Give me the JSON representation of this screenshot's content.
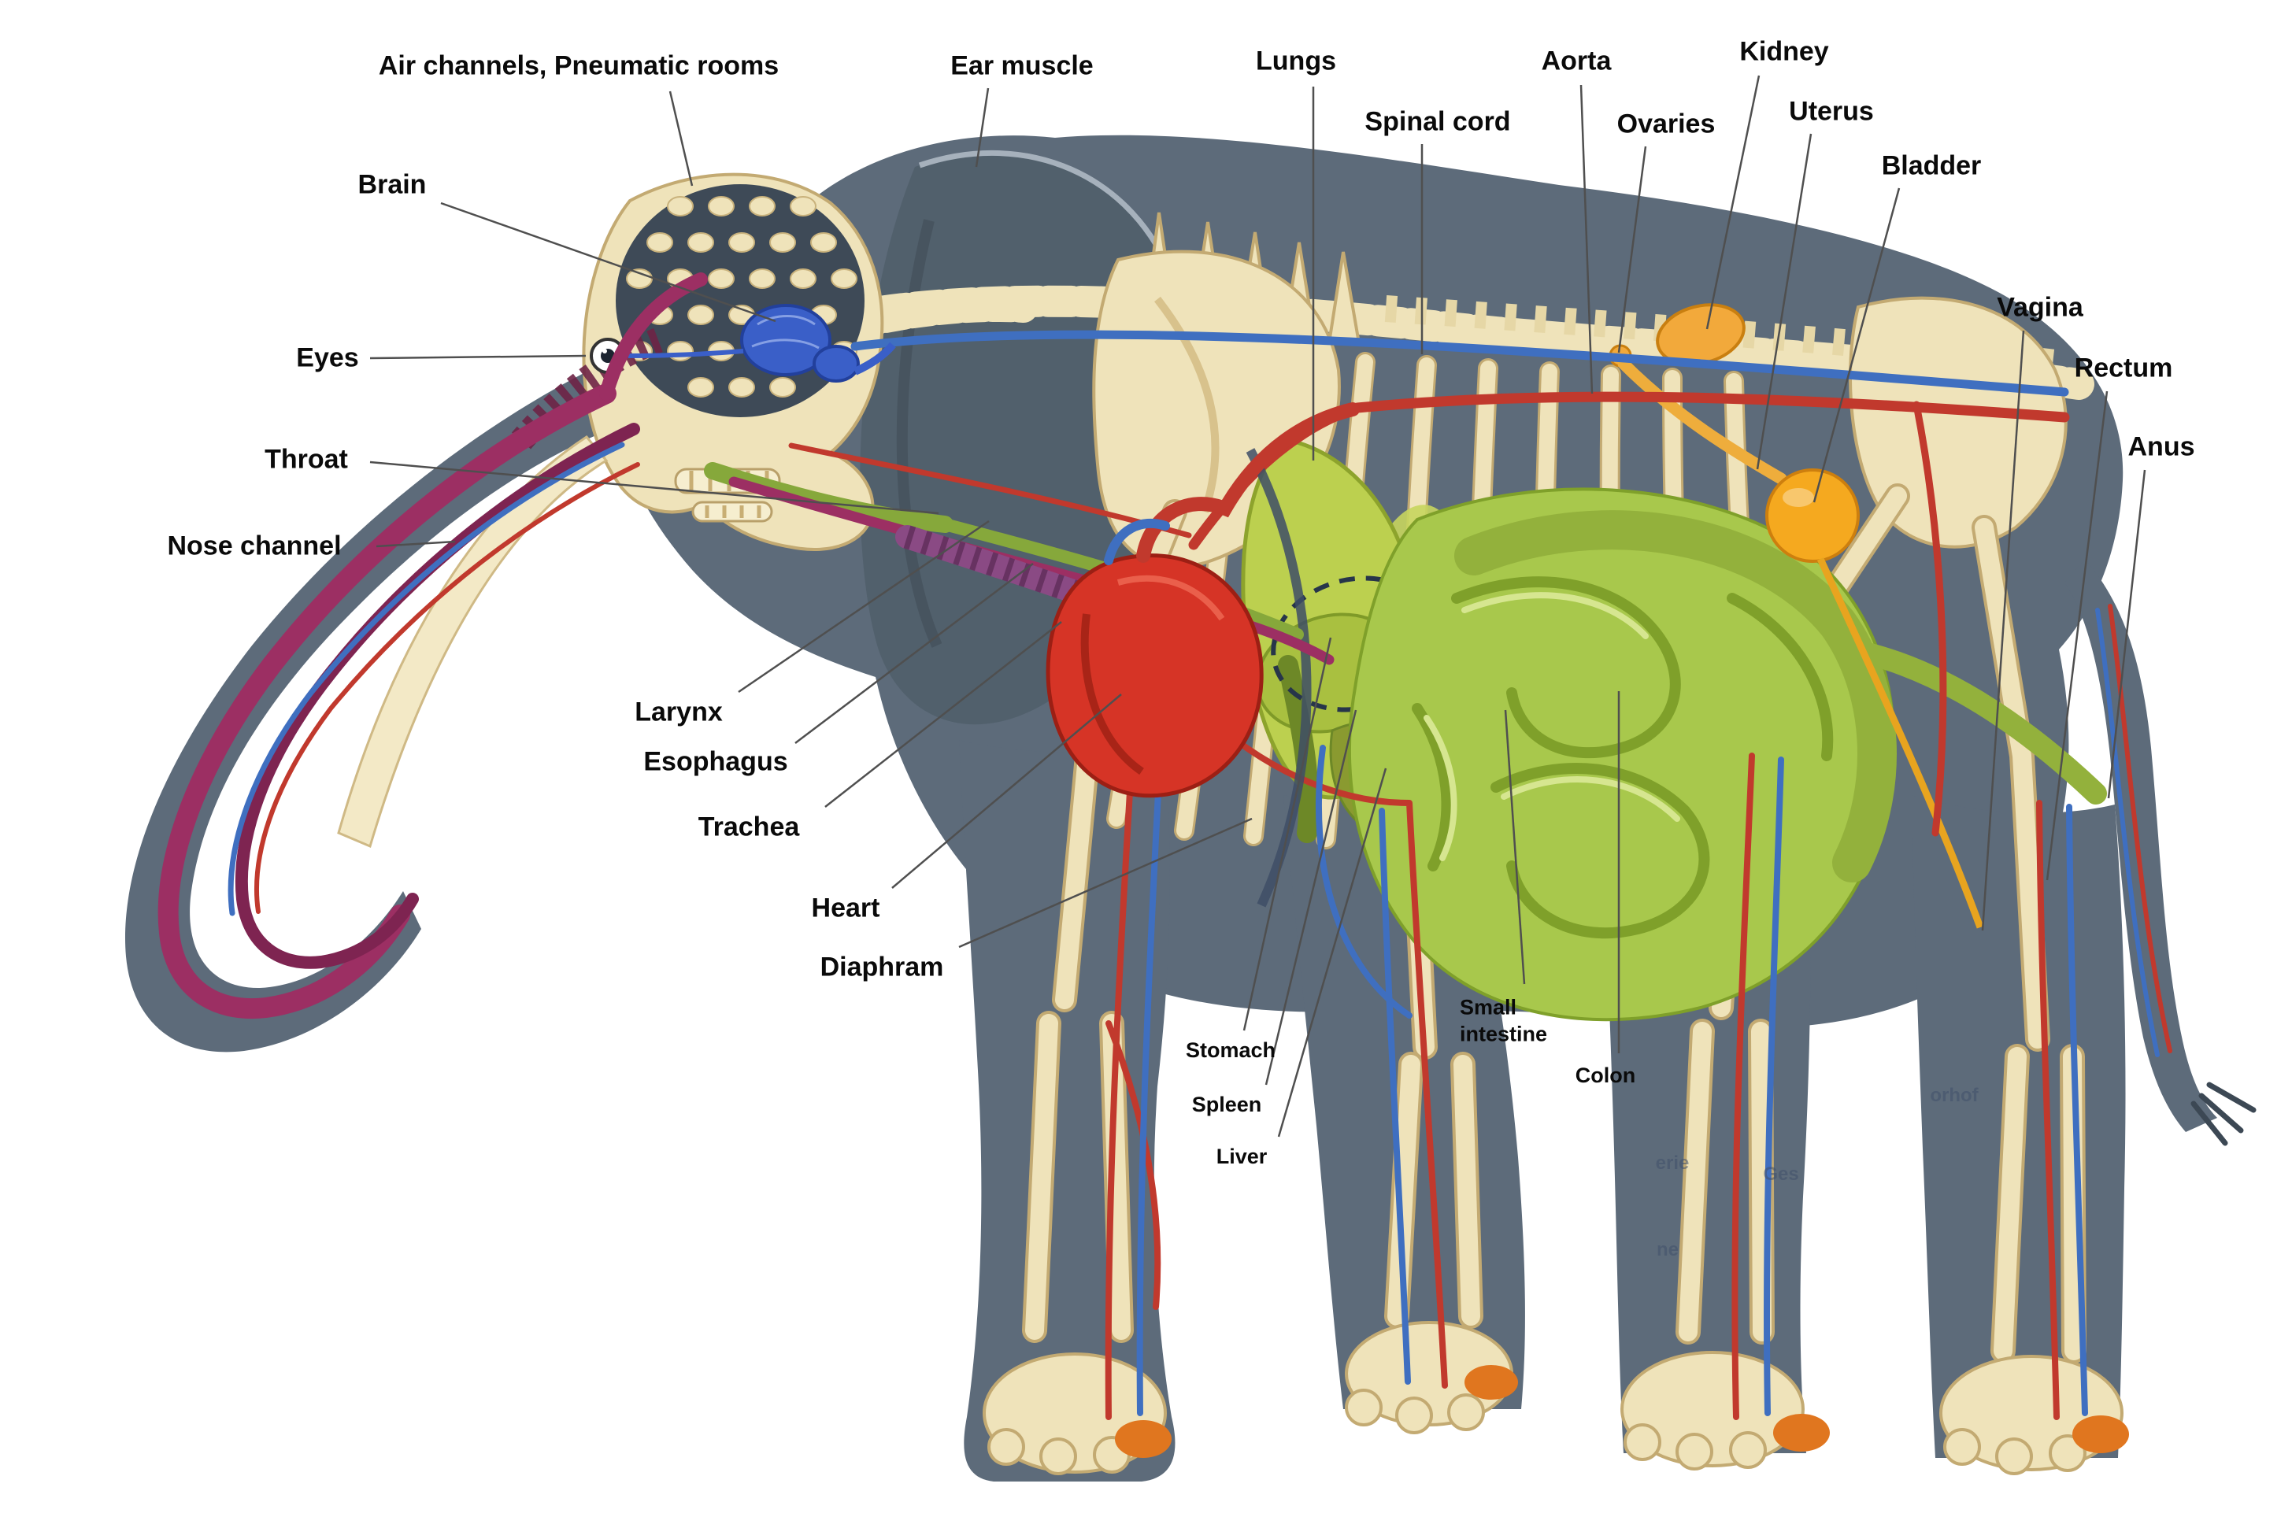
{
  "labels": [
    {
      "id": "air-channels",
      "text": "Air channels, Pneumatic rooms"
    },
    {
      "id": "ear-muscle",
      "text": "Ear muscle"
    },
    {
      "id": "lungs",
      "text": "Lungs"
    },
    {
      "id": "aorta",
      "text": "Aorta"
    },
    {
      "id": "kidney",
      "text": "Kidney"
    },
    {
      "id": "spinal-cord",
      "text": "Spinal cord"
    },
    {
      "id": "ovaries",
      "text": "Ovaries"
    },
    {
      "id": "uterus",
      "text": "Uterus"
    },
    {
      "id": "bladder",
      "text": "Bladder"
    },
    {
      "id": "brain",
      "text": "Brain"
    },
    {
      "id": "vagina",
      "text": "Vagina"
    },
    {
      "id": "rectum",
      "text": "Rectum"
    },
    {
      "id": "anus",
      "text": "Anus"
    },
    {
      "id": "eyes",
      "text": "Eyes"
    },
    {
      "id": "throat",
      "text": "Throat"
    },
    {
      "id": "nose-channel",
      "text": "Nose channel"
    },
    {
      "id": "larynx",
      "text": "Larynx"
    },
    {
      "id": "esophagus",
      "text": "Esophagus"
    },
    {
      "id": "trachea",
      "text": "Trachea"
    },
    {
      "id": "heart",
      "text": "Heart"
    },
    {
      "id": "diaphram",
      "text": "Diaphram"
    },
    {
      "id": "stomach",
      "text": "Stomach"
    },
    {
      "id": "spleen",
      "text": "Spleen"
    },
    {
      "id": "liver",
      "text": "Liver"
    },
    {
      "id": "small-intestine",
      "text": "Small intestine"
    },
    {
      "id": "colon",
      "text": "Colon"
    }
  ],
  "faint_text": [
    "orhof",
    "Ges",
    "erie",
    "ne"
  ],
  "colors": {
    "body": "#5d6b7a",
    "ear": "#51606c",
    "bone": "#efe3ba",
    "bone_outline": "#c3aa72",
    "heart": "#d63426",
    "brain": "#3a5fc8",
    "artery": "#c1392d",
    "vein": "#3f6fc0",
    "nose_channel": "#9c2f63",
    "trachea": "#8a4a84",
    "intestine": "#a8c84c",
    "intestine_dark": "#7fa02a",
    "lung": "#bcd04f",
    "organ_orange": "#f2a93b",
    "toenail": "#e0761f"
  }
}
